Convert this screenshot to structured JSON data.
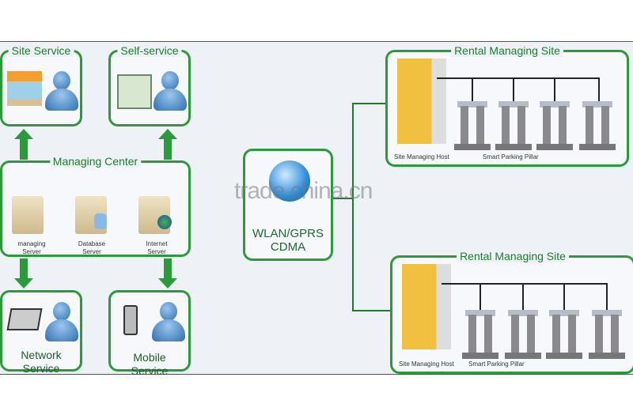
{
  "site_service": {
    "title": "Site Service"
  },
  "self_service": {
    "title": "Self-service"
  },
  "managing_center": {
    "title": "Managing Center",
    "servers": [
      {
        "line1": "managing",
        "line2": "Server"
      },
      {
        "line1": "Database",
        "line2": "Server"
      },
      {
        "line1": "Internet",
        "line2": "Server"
      }
    ]
  },
  "network_service": {
    "line1": "Network",
    "line2": "Service"
  },
  "mobile_service": {
    "line1": "Mobile",
    "line2": "Service"
  },
  "network": {
    "line1": "WLAN/GPRS",
    "line2": "CDMA"
  },
  "rental_sites": [
    {
      "title": "Rental Managing Site",
      "host_label": "Site Managing Host",
      "pillar_label": "Smart Parking Pillar"
    },
    {
      "title": "Rental Managing Site",
      "host_label": "Site Managing Host",
      "pillar_label": "Smart Parking Pillar"
    }
  ],
  "watermark": "trade.china.cn",
  "colors": {
    "accent": "#2a9a3a",
    "background": "#eef2f7"
  }
}
